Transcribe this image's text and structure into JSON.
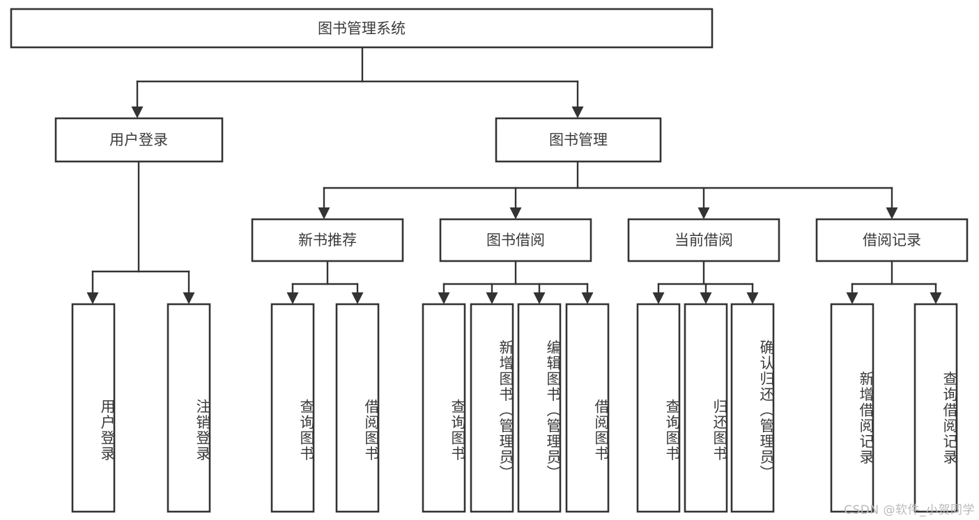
{
  "diagram": {
    "kind": "tree-hierarchy-chart",
    "root": {
      "id": "root",
      "label": "图书管理系统"
    },
    "level2": [
      {
        "id": "user-login",
        "label": "用户登录"
      },
      {
        "id": "book-manage",
        "label": "图书管理"
      }
    ],
    "level3": [
      {
        "id": "new-book-rec",
        "label": "新书推荐"
      },
      {
        "id": "book-borrow",
        "label": "图书借阅"
      },
      {
        "id": "current-borrow",
        "label": "当前借阅"
      },
      {
        "id": "borrow-record",
        "label": "借阅记录"
      }
    ],
    "leaves": [
      {
        "id": "leaf-user-login",
        "label": "用户登录",
        "parent": "user-login"
      },
      {
        "id": "leaf-logout",
        "label": "注销登录",
        "parent": "user-login"
      },
      {
        "id": "leaf-query-book-1",
        "label": "查询图书",
        "parent": "new-book-rec"
      },
      {
        "id": "leaf-borrow-book-1",
        "label": "借阅图书",
        "parent": "new-book-rec"
      },
      {
        "id": "leaf-query-book-2",
        "label": "查询图书",
        "parent": "book-borrow"
      },
      {
        "id": "leaf-add-book",
        "label": "新增图书（管理员）",
        "parent": "book-borrow"
      },
      {
        "id": "leaf-edit-book",
        "label": "编辑图书（管理员）",
        "parent": "book-borrow"
      },
      {
        "id": "leaf-borrow-book-2",
        "label": "借阅图书",
        "parent": "book-borrow"
      },
      {
        "id": "leaf-query-book-3",
        "label": "查询图书",
        "parent": "current-borrow"
      },
      {
        "id": "leaf-return-book",
        "label": "归还图书",
        "parent": "current-borrow"
      },
      {
        "id": "leaf-confirm-return",
        "label": "确认归还（管理员）",
        "parent": "current-borrow"
      },
      {
        "id": "leaf-add-record",
        "label": "新增借阅记录",
        "parent": "borrow-record"
      },
      {
        "id": "leaf-query-record",
        "label": "查询借阅记录",
        "parent": "borrow-record"
      }
    ],
    "watermark": "CSDN @软件_小贺同学",
    "colors": {
      "background": "#ffffff",
      "stroke": "#333333",
      "text": "#3a3a3a",
      "watermark": "#b9b9b9"
    }
  }
}
